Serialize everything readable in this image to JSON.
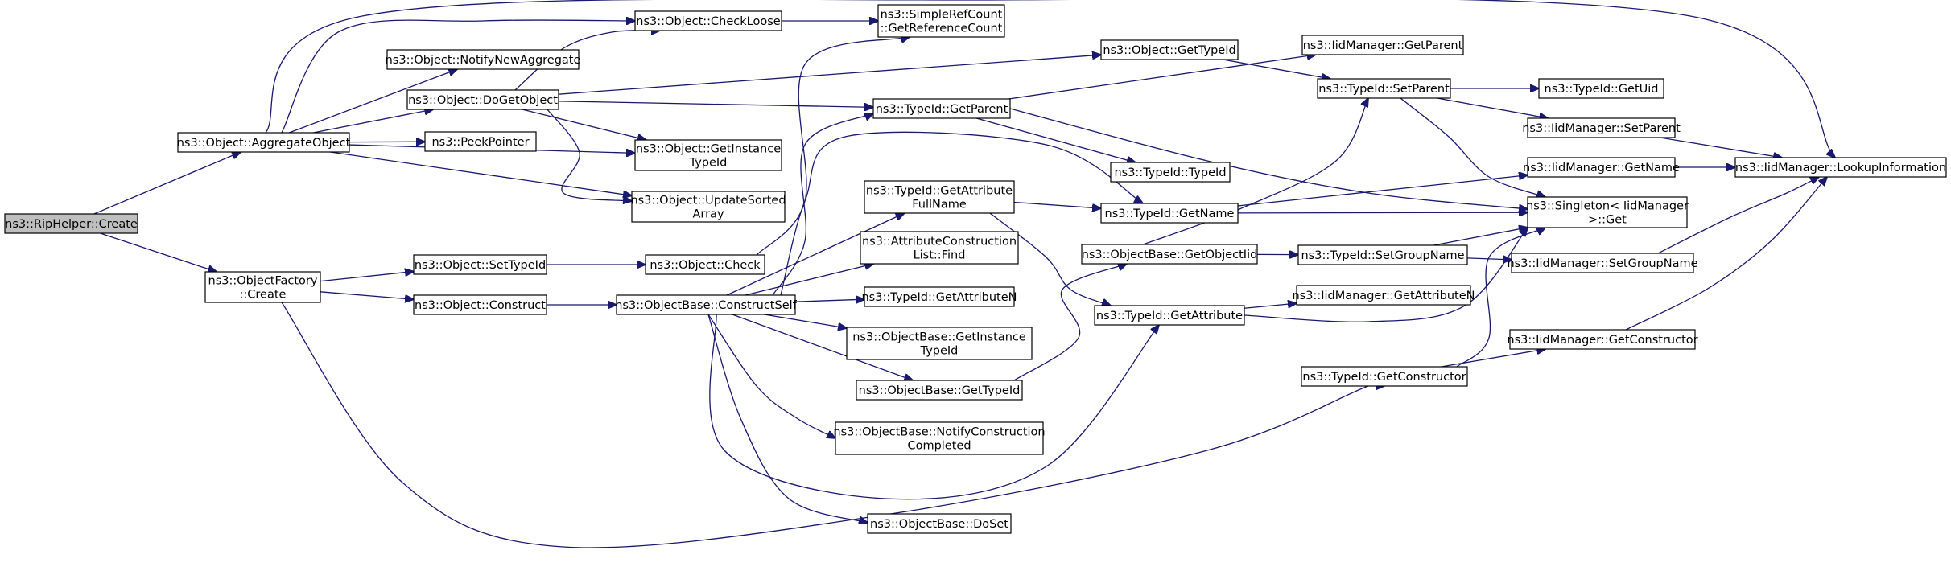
{
  "diagram": {
    "nodes": [
      {
        "id": "riphelper_create",
        "lines": [
          "ns3::RipHelper::Create"
        ],
        "root": true
      },
      {
        "id": "aggregate_object",
        "lines": [
          "ns3::Object::AggregateObject"
        ]
      },
      {
        "id": "object_factory_create",
        "lines": [
          "ns3::ObjectFactory",
          "::Create"
        ]
      },
      {
        "id": "check_loose",
        "lines": [
          "ns3::Object::CheckLoose"
        ]
      },
      {
        "id": "notify_new_aggregate",
        "lines": [
          "ns3::Object::NotifyNewAggregate"
        ]
      },
      {
        "id": "do_get_object",
        "lines": [
          "ns3::Object::DoGetObject"
        ]
      },
      {
        "id": "peek_pointer",
        "lines": [
          "ns3::PeekPointer"
        ]
      },
      {
        "id": "object_get_instance_typeid",
        "lines": [
          "ns3::Object::GetInstance",
          "TypeId"
        ]
      },
      {
        "id": "update_sorted_array",
        "lines": [
          "ns3::Object::UpdateSorted",
          "Array"
        ]
      },
      {
        "id": "simple_ref_count",
        "lines": [
          "ns3::SimpleRefCount",
          "::GetReferenceCount"
        ]
      },
      {
        "id": "object_get_typeid",
        "lines": [
          "ns3::Object::GetTypeId"
        ]
      },
      {
        "id": "typeid_get_parent",
        "lines": [
          "ns3::TypeId::GetParent"
        ]
      },
      {
        "id": "typeid_typeid",
        "lines": [
          "ns3::TypeId::TypeId"
        ]
      },
      {
        "id": "iid_get_parent",
        "lines": [
          "ns3::IidManager::GetParent"
        ]
      },
      {
        "id": "typeid_set_parent",
        "lines": [
          "ns3::TypeId::SetParent"
        ]
      },
      {
        "id": "typeid_get_uid",
        "lines": [
          "ns3::TypeId::GetUid"
        ]
      },
      {
        "id": "iid_set_parent",
        "lines": [
          "ns3::IidManager::SetParent"
        ]
      },
      {
        "id": "iid_get_name",
        "lines": [
          "ns3::IidManager::GetName"
        ]
      },
      {
        "id": "iid_lookup_information",
        "lines": [
          "ns3::IidManager::LookupInformation"
        ]
      },
      {
        "id": "singleton_get",
        "lines": [
          "ns3::Singleton< IidManager",
          ">::Get"
        ]
      },
      {
        "id": "object_set_typeid",
        "lines": [
          "ns3::Object::SetTypeId"
        ]
      },
      {
        "id": "object_construct",
        "lines": [
          "ns3::Object::Construct"
        ]
      },
      {
        "id": "object_check",
        "lines": [
          "ns3::Object::Check"
        ]
      },
      {
        "id": "construct_self",
        "lines": [
          "ns3::ObjectBase::ConstructSelf"
        ]
      },
      {
        "id": "get_attribute_full_name",
        "lines": [
          "ns3::TypeId::GetAttribute",
          "FullName"
        ]
      },
      {
        "id": "attribute_construction_find",
        "lines": [
          "ns3::AttributeConstruction",
          "List::Find"
        ]
      },
      {
        "id": "typeid_get_attribute_n",
        "lines": [
          "ns3::TypeId::GetAttributeN"
        ]
      },
      {
        "id": "objectbase_get_instance_typeid",
        "lines": [
          "ns3::ObjectBase::GetInstance",
          "TypeId"
        ]
      },
      {
        "id": "objectbase_get_typeid",
        "lines": [
          "ns3::ObjectBase::GetTypeId"
        ]
      },
      {
        "id": "notify_construction_completed",
        "lines": [
          "ns3::ObjectBase::NotifyConstruction",
          "Completed"
        ]
      },
      {
        "id": "objectbase_do_set",
        "lines": [
          "ns3::ObjectBase::DoSet"
        ]
      },
      {
        "id": "typeid_get_name",
        "lines": [
          "ns3::TypeId::GetName"
        ]
      },
      {
        "id": "objectbase_get_object_iid",
        "lines": [
          "ns3::ObjectBase::GetObjectIid"
        ]
      },
      {
        "id": "typeid_get_attribute",
        "lines": [
          "ns3::TypeId::GetAttribute"
        ]
      },
      {
        "id": "typeid_set_group_name",
        "lines": [
          "ns3::TypeId::SetGroupName"
        ]
      },
      {
        "id": "iid_get_attribute_n",
        "lines": [
          "ns3::IidManager::GetAttributeN"
        ]
      },
      {
        "id": "iid_set_group_name",
        "lines": [
          "ns3::IidManager::SetGroupName"
        ]
      },
      {
        "id": "iid_get_constructor",
        "lines": [
          "ns3::IidManager::GetConstructor"
        ]
      },
      {
        "id": "typeid_get_constructor",
        "lines": [
          "ns3::TypeId::GetConstructor"
        ]
      }
    ],
    "edges": [
      {
        "from": "riphelper_create",
        "to": "aggregate_object"
      },
      {
        "from": "riphelper_create",
        "to": "object_factory_create"
      },
      {
        "from": "aggregate_object",
        "to": "check_loose"
      },
      {
        "from": "aggregate_object",
        "to": "notify_new_aggregate"
      },
      {
        "from": "aggregate_object",
        "to": "do_get_object"
      },
      {
        "from": "aggregate_object",
        "to": "peek_pointer"
      },
      {
        "from": "aggregate_object",
        "to": "object_get_instance_typeid"
      },
      {
        "from": "aggregate_object",
        "to": "update_sorted_array"
      },
      {
        "from": "aggregate_object",
        "to": "iid_lookup_information"
      },
      {
        "from": "check_loose",
        "to": "simple_ref_count"
      },
      {
        "from": "do_get_object",
        "to": "check_loose"
      },
      {
        "from": "do_get_object",
        "to": "object_get_typeid"
      },
      {
        "from": "do_get_object",
        "to": "typeid_get_parent"
      },
      {
        "from": "do_get_object",
        "to": "object_get_instance_typeid"
      },
      {
        "from": "do_get_object",
        "to": "update_sorted_array"
      },
      {
        "from": "object_get_typeid",
        "to": "typeid_set_parent"
      },
      {
        "from": "typeid_get_parent",
        "to": "iid_get_parent"
      },
      {
        "from": "typeid_get_parent",
        "to": "typeid_typeid"
      },
      {
        "from": "typeid_get_parent",
        "to": "singleton_get"
      },
      {
        "from": "typeid_set_parent",
        "to": "typeid_get_uid"
      },
      {
        "from": "typeid_set_parent",
        "to": "iid_set_parent"
      },
      {
        "from": "typeid_set_parent",
        "to": "singleton_get"
      },
      {
        "from": "iid_set_parent",
        "to": "iid_lookup_information"
      },
      {
        "from": "iid_get_name",
        "to": "iid_lookup_information"
      },
      {
        "from": "object_factory_create",
        "to": "object_set_typeid"
      },
      {
        "from": "object_factory_create",
        "to": "object_construct"
      },
      {
        "from": "object_factory_create",
        "to": "typeid_get_constructor"
      },
      {
        "from": "object_set_typeid",
        "to": "object_check"
      },
      {
        "from": "object_check",
        "to": "simple_ref_count"
      },
      {
        "from": "object_construct",
        "to": "construct_self"
      },
      {
        "from": "construct_self",
        "to": "typeid_get_parent"
      },
      {
        "from": "construct_self",
        "to": "get_attribute_full_name"
      },
      {
        "from": "construct_self",
        "to": "typeid_get_name"
      },
      {
        "from": "construct_self",
        "to": "attribute_construction_find"
      },
      {
        "from": "construct_self",
        "to": "typeid_get_attribute_n"
      },
      {
        "from": "construct_self",
        "to": "objectbase_get_instance_typeid"
      },
      {
        "from": "construct_self",
        "to": "objectbase_get_typeid"
      },
      {
        "from": "construct_self",
        "to": "notify_construction_completed"
      },
      {
        "from": "construct_self",
        "to": "objectbase_do_set"
      },
      {
        "from": "construct_self",
        "to": "typeid_get_attribute"
      },
      {
        "from": "get_attribute_full_name",
        "to": "typeid_get_name"
      },
      {
        "from": "get_attribute_full_name",
        "to": "typeid_get_attribute"
      },
      {
        "from": "typeid_get_name",
        "to": "iid_get_name"
      },
      {
        "from": "typeid_get_name",
        "to": "singleton_get"
      },
      {
        "from": "objectbase_get_typeid",
        "to": "objectbase_get_object_iid"
      },
      {
        "from": "objectbase_get_object_iid",
        "to": "typeid_set_parent"
      },
      {
        "from": "objectbase_get_object_iid",
        "to": "typeid_set_group_name"
      },
      {
        "from": "typeid_set_group_name",
        "to": "singleton_get"
      },
      {
        "from": "typeid_set_group_name",
        "to": "iid_set_group_name"
      },
      {
        "from": "iid_set_group_name",
        "to": "iid_lookup_information"
      },
      {
        "from": "typeid_get_attribute",
        "to": "iid_get_attribute_n"
      },
      {
        "from": "typeid_get_attribute",
        "to": "singleton_get"
      },
      {
        "from": "typeid_get_constructor",
        "to": "singleton_get"
      },
      {
        "from": "typeid_get_constructor",
        "to": "iid_get_constructor"
      },
      {
        "from": "iid_get_constructor",
        "to": "iid_lookup_information"
      }
    ]
  }
}
